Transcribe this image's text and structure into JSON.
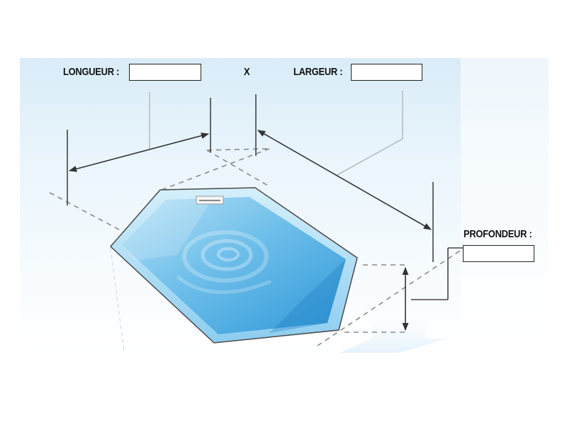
{
  "labels": {
    "length": "LONGUEUR :",
    "times": "X",
    "width": "LARGEUR :",
    "depth": "PROFONDEUR :"
  },
  "fields": {
    "length_value": "",
    "width_value": "",
    "depth_value": ""
  },
  "colors": {
    "water_light": "#9fd3f0",
    "water_dark": "#3a9fdc",
    "dimension_line": "#555555"
  }
}
